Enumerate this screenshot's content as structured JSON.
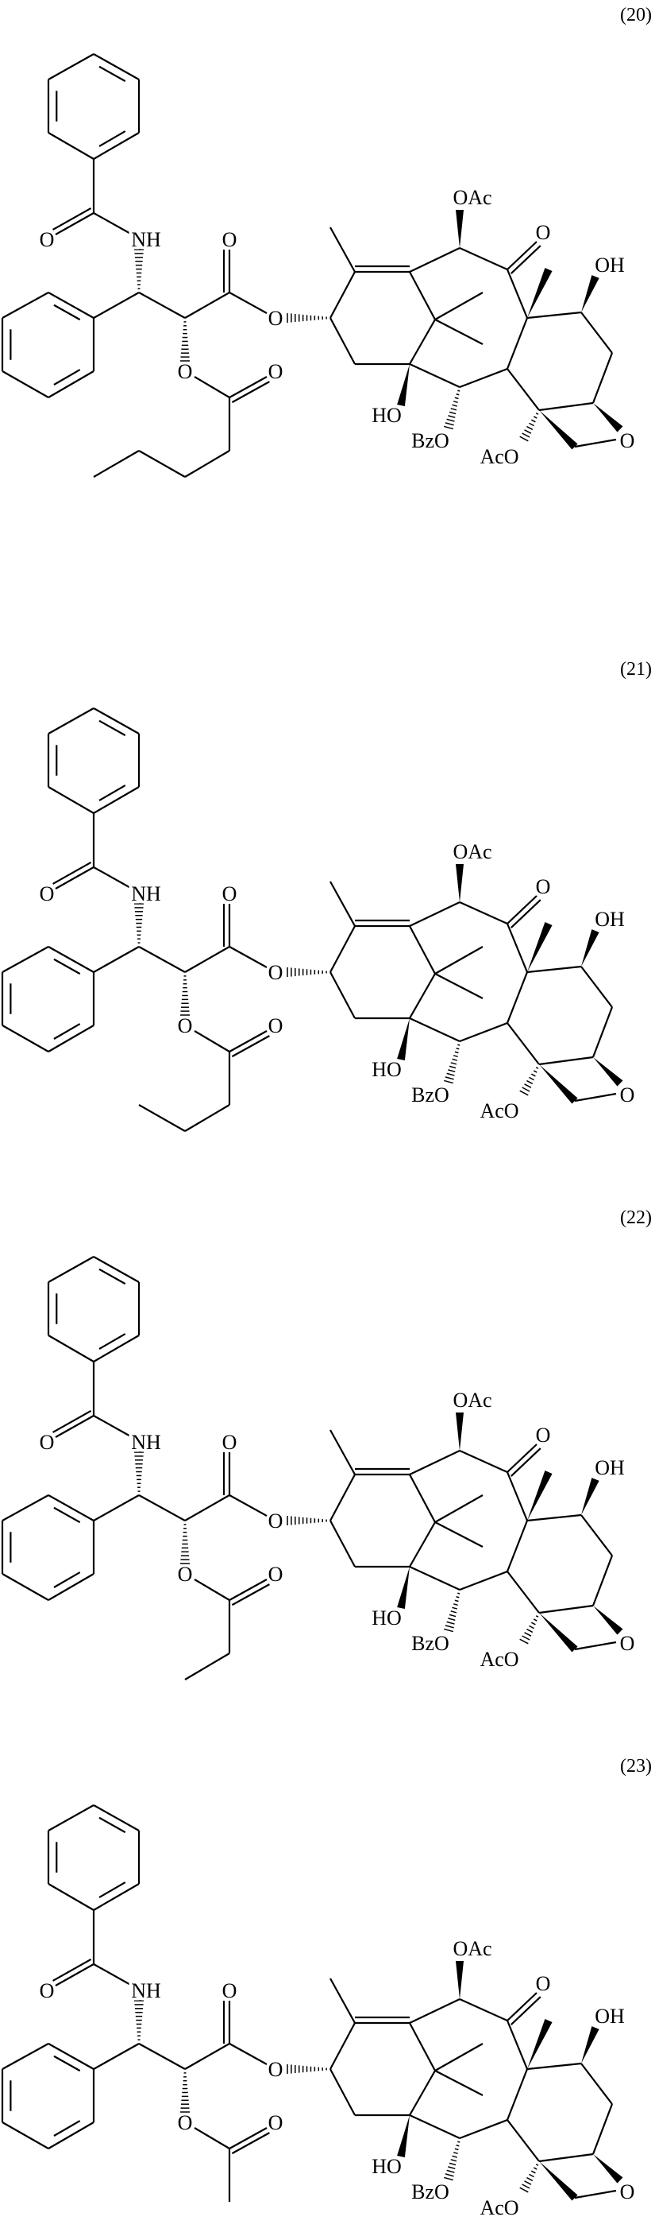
{
  "atom_labels": {
    "amide_o": "O",
    "nh": "NH",
    "ester_carbonyl_o": "O",
    "ester_o": "O",
    "acyloxy_o": "O",
    "acyl_carbonyl_o": "O",
    "c10_oac": "OAc",
    "c9_ketone_o": "O",
    "c7_oh": "OH",
    "c1_ho": "HO",
    "c2_bzo": "BzO",
    "oxetane_o": "O",
    "c4_aco": "AcO"
  },
  "compounds": [
    {
      "number": "(20)",
      "acyl_chain_carbons": 4
    },
    {
      "number": "(21)",
      "acyl_chain_carbons": 3
    },
    {
      "number": "(22)",
      "acyl_chain_carbons": 2
    },
    {
      "number": "(23)",
      "acyl_chain_carbons": 1
    }
  ],
  "colors": {
    "ink": "#000000",
    "background": "#ffffff"
  }
}
